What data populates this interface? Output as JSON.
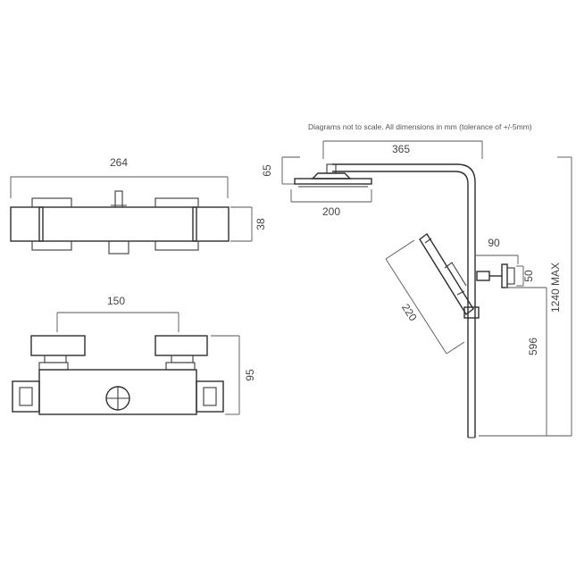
{
  "note": "Diagrams not to scale. All dimensions in mm (tolerance of +/-5mm)",
  "valve_top": {
    "width_label": "264",
    "height_label": "38"
  },
  "valve_front": {
    "centres_label": "150",
    "height_label": "95"
  },
  "riser": {
    "arm_length_label": "365",
    "head_depth_label": "65",
    "head_width_label": "200",
    "bracket_offset_label": "90",
    "bracket_height_label": "50",
    "handset_length_label": "220",
    "lower_height_label": "596",
    "total_height_label": "1240 MAX"
  }
}
